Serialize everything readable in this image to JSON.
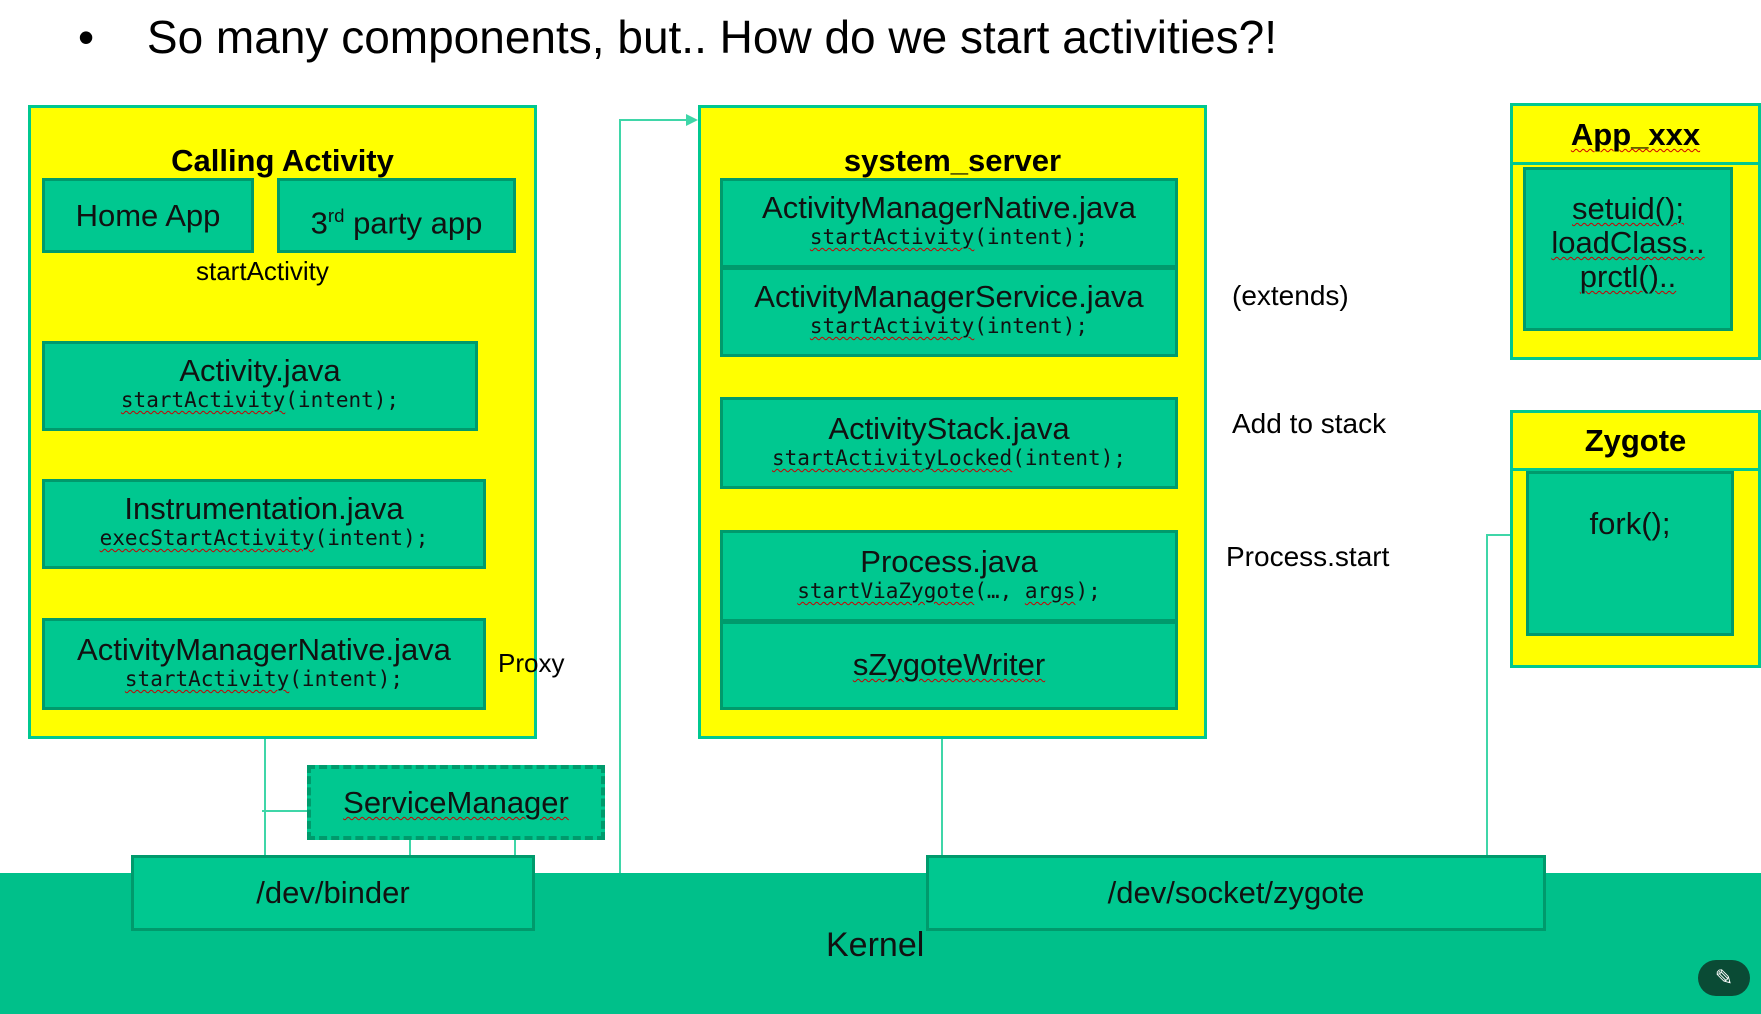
{
  "title": "So many components, but.. How do we start activities?!",
  "calling_activity": {
    "title": "Calling Activity",
    "home_app": "Home App",
    "third_party_prefix": "3",
    "third_party_sup": "rd",
    "third_party_suffix": " party app",
    "start_label": "startActivity",
    "activity_java": {
      "name": "Activity.java",
      "method": "startActivity",
      "args": "(intent);"
    },
    "instrumentation": {
      "name": "Instrumentation.java",
      "method": "execStartActivity",
      "args": "(intent);"
    },
    "amn": {
      "name": "ActivityManagerNative.java",
      "method": "startActivity",
      "args": "(intent);"
    },
    "proxy_label": "Proxy"
  },
  "system_server": {
    "title": "system_server",
    "amn": {
      "name": "ActivityManagerNative.java",
      "method": "startActivity",
      "args": "(intent);"
    },
    "ams": {
      "name": "ActivityManagerService.java",
      "method": "startActivity",
      "args": "(intent);"
    },
    "stack": {
      "name": "ActivityStack.java",
      "method": "startActivityLocked",
      "args": "(intent);"
    },
    "process": {
      "name": "Process.java",
      "method": "startViaZygote",
      "args_mid": "(…, ",
      "args_word": "args",
      "args_end": ");"
    },
    "writer": "sZygoteWriter"
  },
  "notes": {
    "extends": "(extends)",
    "add_to_stack": "Add to stack",
    "process_start": "Process.start"
  },
  "app_xxx": {
    "title": "App_xxx",
    "line1": "setuid();",
    "line2": "loadClass..",
    "line3": "prctl().."
  },
  "zygote": {
    "title": "Zygote",
    "fork": "fork();"
  },
  "service_manager": "ServiceManager",
  "dev_binder": "/dev/binder",
  "dev_socket": "/dev/socket/zygote",
  "kernel": "Kernel",
  "colors": {
    "yellow": "#ffff00",
    "green": "#00c890",
    "line": "#3fd6a8",
    "dark_badge": "#0a4b35"
  }
}
